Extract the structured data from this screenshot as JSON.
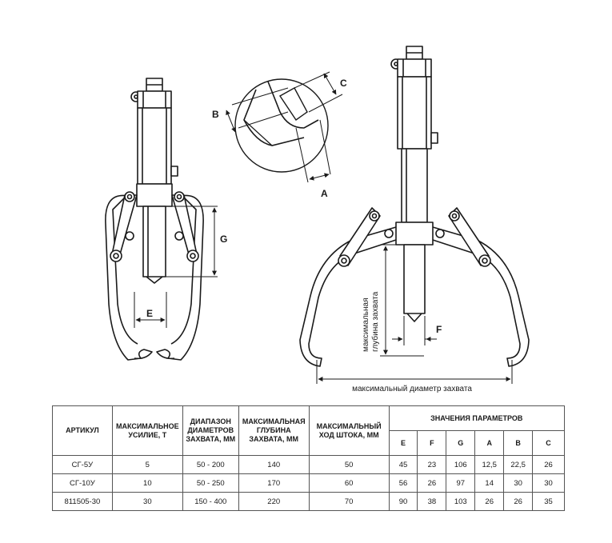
{
  "labels": {
    "g": "G",
    "e": "E",
    "b": "B",
    "c": "C",
    "a": "A",
    "f": "F",
    "max_depth": [
      "максимальная",
      "глубина захвата"
    ],
    "max_diameter": "максимальный диаметр захвата"
  },
  "table": {
    "headers": {
      "article": "АРТИКУЛ",
      "max_force": "МАКСИМАЛЬНОЕ УСИЛИЕ, Т",
      "grip_range": "ДИАПАЗОН ДИАМЕТРОВ ЗАХВАТА, ММ",
      "grip_depth": "МАКСИМАЛЬНАЯ ГЛУБИНА ЗАХВАТА, ММ",
      "stroke": "МАКСИМАЛЬНЫЙ ХОД ШТОКА, ММ",
      "params": "ЗНАЧЕНИЯ ПАРАМЕТРОВ"
    },
    "param_columns": [
      "E",
      "F",
      "G",
      "A",
      "B",
      "C"
    ],
    "rows": [
      {
        "article": "СГ-5У",
        "force": "5",
        "range": "50 - 200",
        "depth": "140",
        "stroke": "50",
        "params": [
          "45",
          "23",
          "106",
          "12,5",
          "22,5",
          "26"
        ]
      },
      {
        "article": "СГ-10У",
        "force": "10",
        "range": "50 - 250",
        "depth": "170",
        "stroke": "60",
        "params": [
          "56",
          "26",
          "97",
          "14",
          "30",
          "30"
        ]
      },
      {
        "article": "811505-30",
        "force": "30",
        "range": "150 - 400",
        "depth": "220",
        "stroke": "70",
        "params": [
          "90",
          "38",
          "103",
          "26",
          "26",
          "35"
        ]
      }
    ]
  }
}
